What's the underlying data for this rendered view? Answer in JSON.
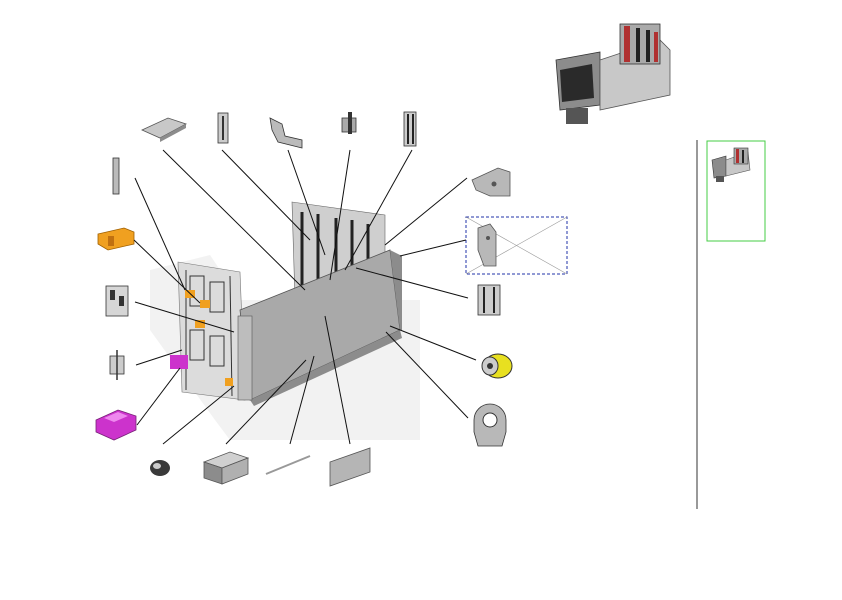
{
  "diagram": {
    "kind": "exploded-parts-view",
    "colors": {
      "panel_gray": "#a9a9a9",
      "frame_gray": "#8c8c8c",
      "light_gray": "#d9d9d9",
      "dark": "#3a3a3a",
      "orange": "#f0a020",
      "magenta": "#cc33cc",
      "red": "#b03030",
      "yellow": "#e8e020",
      "select_blue": "#2233aa",
      "thumb_green": "#44cc44"
    },
    "parts": [
      {
        "id": "part-flat-plate",
        "icon": "flat-plate-icon"
      },
      {
        "id": "part-bracket-strip-1",
        "icon": "bracket-strip-icon"
      },
      {
        "id": "part-angle-bracket",
        "icon": "angle-bracket-icon"
      },
      {
        "id": "part-small-clip",
        "icon": "clip-icon"
      },
      {
        "id": "part-long-rail",
        "icon": "rail-icon"
      },
      {
        "id": "part-l-bracket",
        "icon": "l-bracket-icon"
      },
      {
        "id": "part-selected-bracket",
        "icon": "bracket-icon"
      },
      {
        "id": "part-rail-pair",
        "icon": "rail-pair-icon"
      },
      {
        "id": "part-bobbin",
        "icon": "bobbin-icon"
      },
      {
        "id": "part-u-holder",
        "icon": "u-holder-icon"
      },
      {
        "id": "part-cover-plate",
        "icon": "cover-plate-icon"
      },
      {
        "id": "part-rod",
        "icon": "rod-icon"
      },
      {
        "id": "part-block",
        "icon": "block-icon"
      },
      {
        "id": "part-knob",
        "icon": "knob-icon"
      },
      {
        "id": "part-magenta-tray",
        "icon": "tray-icon"
      },
      {
        "id": "part-magenta-cap",
        "icon": "cap-icon"
      },
      {
        "id": "part-connector",
        "icon": "connector-icon"
      },
      {
        "id": "part-frame-plate",
        "icon": "frame-plate-icon"
      },
      {
        "id": "part-orange-clamp",
        "icon": "clamp-icon"
      },
      {
        "id": "part-thin-strip",
        "icon": "strip-icon"
      }
    ]
  }
}
